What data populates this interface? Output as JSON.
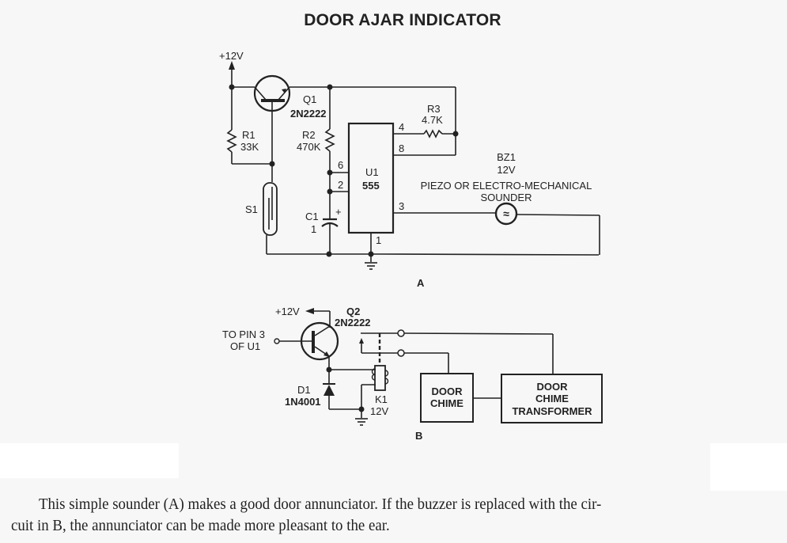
{
  "title": "DOOR AJAR INDICATOR",
  "circuit_a": {
    "section_label": "A",
    "supply": "+12V",
    "q1": {
      "ref": "Q1",
      "part": "2N2222"
    },
    "r1": {
      "ref": "R1",
      "value": "33K"
    },
    "r2": {
      "ref": "R2",
      "value": "470K"
    },
    "r3": {
      "ref": "R3",
      "value": "4.7K"
    },
    "c1": {
      "ref": "C1",
      "value": "1",
      "polarity": "+"
    },
    "s1": {
      "ref": "S1"
    },
    "u1": {
      "ref": "U1",
      "part": "555",
      "pins": {
        "p4": "4",
        "p8": "8",
        "p6": "6",
        "p2": "2",
        "p3": "3",
        "p1": "1"
      }
    },
    "bz1": {
      "ref": "BZ1",
      "voltage": "12V",
      "desc": "PIEZO OR ELECTRO-MECHANICAL",
      "desc2": "SOUNDER",
      "symbol": "≈"
    }
  },
  "circuit_b": {
    "section_label": "B",
    "supply": "+12V",
    "input_label_1": "TO PIN 3",
    "input_label_2": "OF U1",
    "q2": {
      "ref": "Q2",
      "part": "2N2222"
    },
    "d1": {
      "ref": "D1",
      "part": "1N4001"
    },
    "k1": {
      "ref": "K1",
      "voltage": "12V"
    },
    "door_chime": {
      "line1": "DOOR",
      "line2": "CHIME"
    },
    "transformer": {
      "line1": "DOOR",
      "line2": "CHIME",
      "line3": "TRANSFORMER"
    }
  },
  "caption": {
    "text": "This simple sounder (A) makes a good door annunciator. If the buzzer is replaced with the cir-",
    "text2": "cuit in B, the annunciator can be made more pleasant to the ear."
  }
}
